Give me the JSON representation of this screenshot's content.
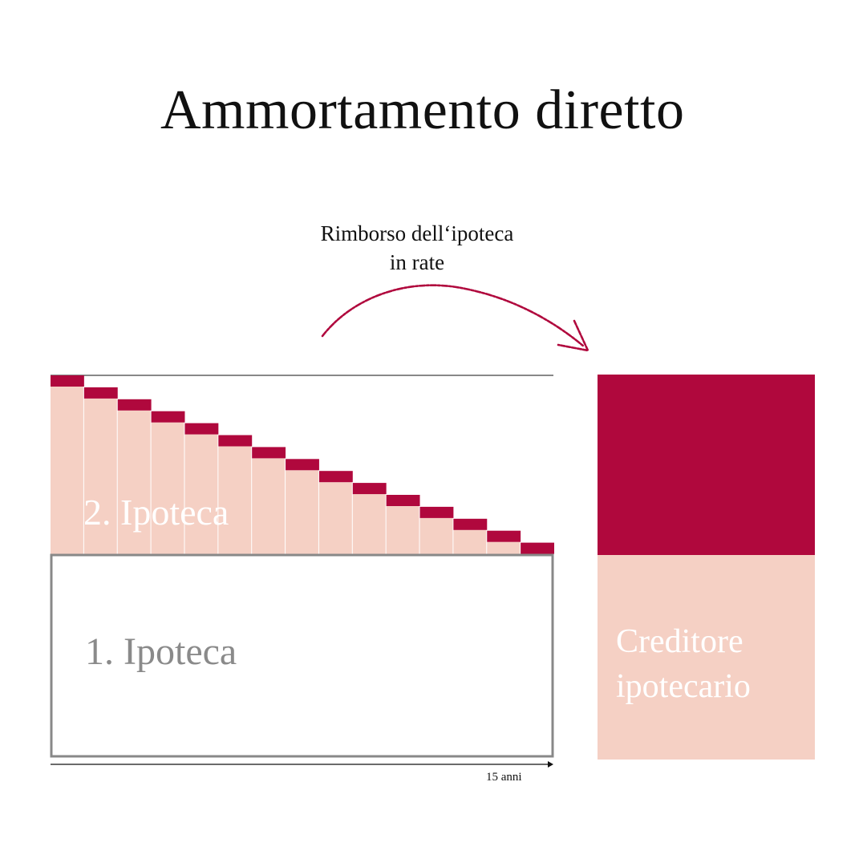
{
  "title": "Ammortamento diretto",
  "caption": {
    "line1": "Rimborso dell‘ipoteca",
    "line2": "in rate"
  },
  "mortgage_2_label": "2. Ipoteca",
  "mortgage_1_label": "1. Ipoteca",
  "creditor_label": {
    "line1": "Creditore",
    "line2": "ipotecario"
  },
  "axis_label": "15 anni",
  "colors": {
    "crimson": "#b0083d",
    "pink": "#f5d0c4",
    "grey_border": "#888888",
    "arrow": "#b0083d",
    "text": "#111111"
  },
  "installments": 15
}
